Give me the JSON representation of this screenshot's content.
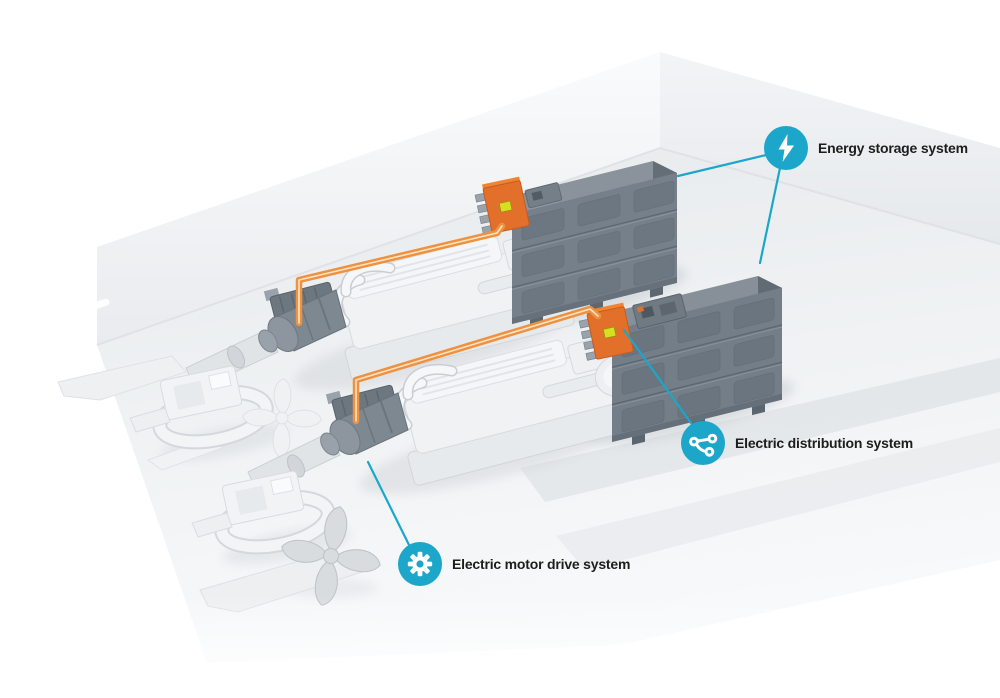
{
  "figure": {
    "type": "marine-electric-propulsion-illustration",
    "callouts": [
      {
        "id": "energy-storage",
        "label": "Energy storage system",
        "icon": "lightning-icon"
      },
      {
        "id": "electric-distribution",
        "label": "Electric distribution system",
        "icon": "branch-icon"
      },
      {
        "id": "electric-motor-drive",
        "label": "Electric motor drive system",
        "icon": "gear-icon"
      }
    ]
  },
  "colors": {
    "accent_blue": "#1BA6CA",
    "cable_orange": "#EE9140",
    "cable_core_light": "#FDE4C4",
    "junction_box_orange": "#E2702B",
    "battery_gray": "#76808A",
    "hull_light_gray": "#ECEEF0",
    "label_text": "#1D1D1B",
    "warning_label_yellow": "#D7DF23"
  }
}
